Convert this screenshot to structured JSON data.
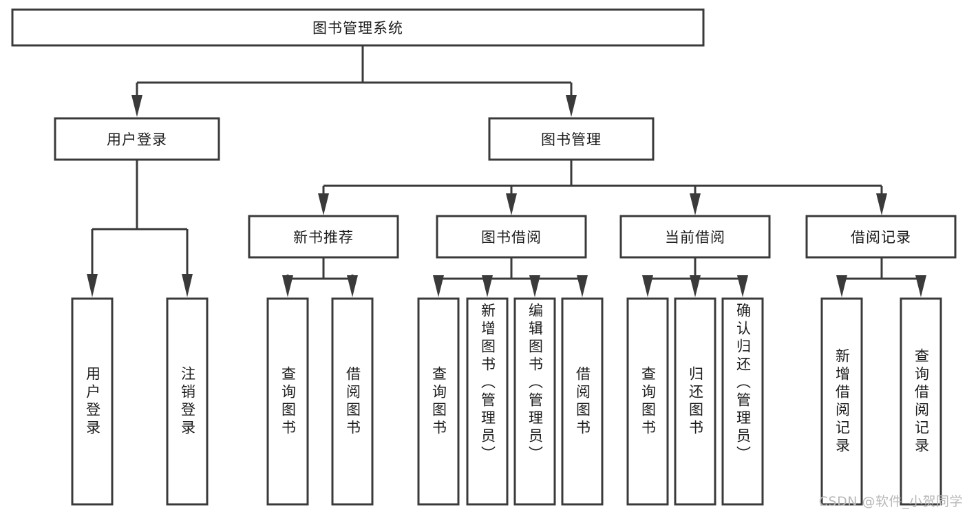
{
  "diagram": {
    "type": "tree",
    "title": "图书管理系统",
    "watermark": "CSDN @软件_小贺同学",
    "root": {
      "label": "图书管理系统",
      "orientation": "horizontal"
    },
    "level1": [
      {
        "label": "用户登录",
        "orientation": "horizontal"
      },
      {
        "label": "图书管理",
        "orientation": "horizontal"
      }
    ],
    "level2": [
      {
        "label": "新书推荐",
        "orientation": "horizontal",
        "parent": "图书管理"
      },
      {
        "label": "图书借阅",
        "orientation": "horizontal",
        "parent": "图书管理"
      },
      {
        "label": "当前借阅",
        "orientation": "horizontal",
        "parent": "图书管理"
      },
      {
        "label": "借阅记录",
        "orientation": "horizontal",
        "parent": "图书管理"
      }
    ],
    "leaves": {
      "user_login": [
        {
          "label": "用户登录",
          "orientation": "vertical"
        },
        {
          "label": "注销登录",
          "orientation": "vertical"
        }
      ],
      "new_book_recommend": [
        {
          "label": "查询图书",
          "orientation": "vertical"
        },
        {
          "label": "借阅图书",
          "orientation": "vertical"
        }
      ],
      "book_borrow": [
        {
          "label": "查询图书",
          "orientation": "vertical"
        },
        {
          "label": "新增图书（管理员）",
          "orientation": "vertical"
        },
        {
          "label": "编辑图书（管理员）",
          "orientation": "vertical"
        },
        {
          "label": "借阅图书",
          "orientation": "vertical"
        }
      ],
      "current_borrow": [
        {
          "label": "查询图书",
          "orientation": "vertical"
        },
        {
          "label": "归还图书",
          "orientation": "vertical"
        },
        {
          "label": "确认归还（管理员）",
          "orientation": "vertical"
        }
      ],
      "borrow_record": [
        {
          "label": "新增借阅记录",
          "orientation": "vertical"
        },
        {
          "label": "查询借阅记录",
          "orientation": "vertical"
        }
      ]
    },
    "colors": {
      "box_stroke": "#3a3a3a",
      "box_fill": "#ffffff",
      "text": "#1c1c1c",
      "connector": "#3a3a3a",
      "watermark": "#b8b8b8",
      "background": "#ffffff"
    }
  }
}
